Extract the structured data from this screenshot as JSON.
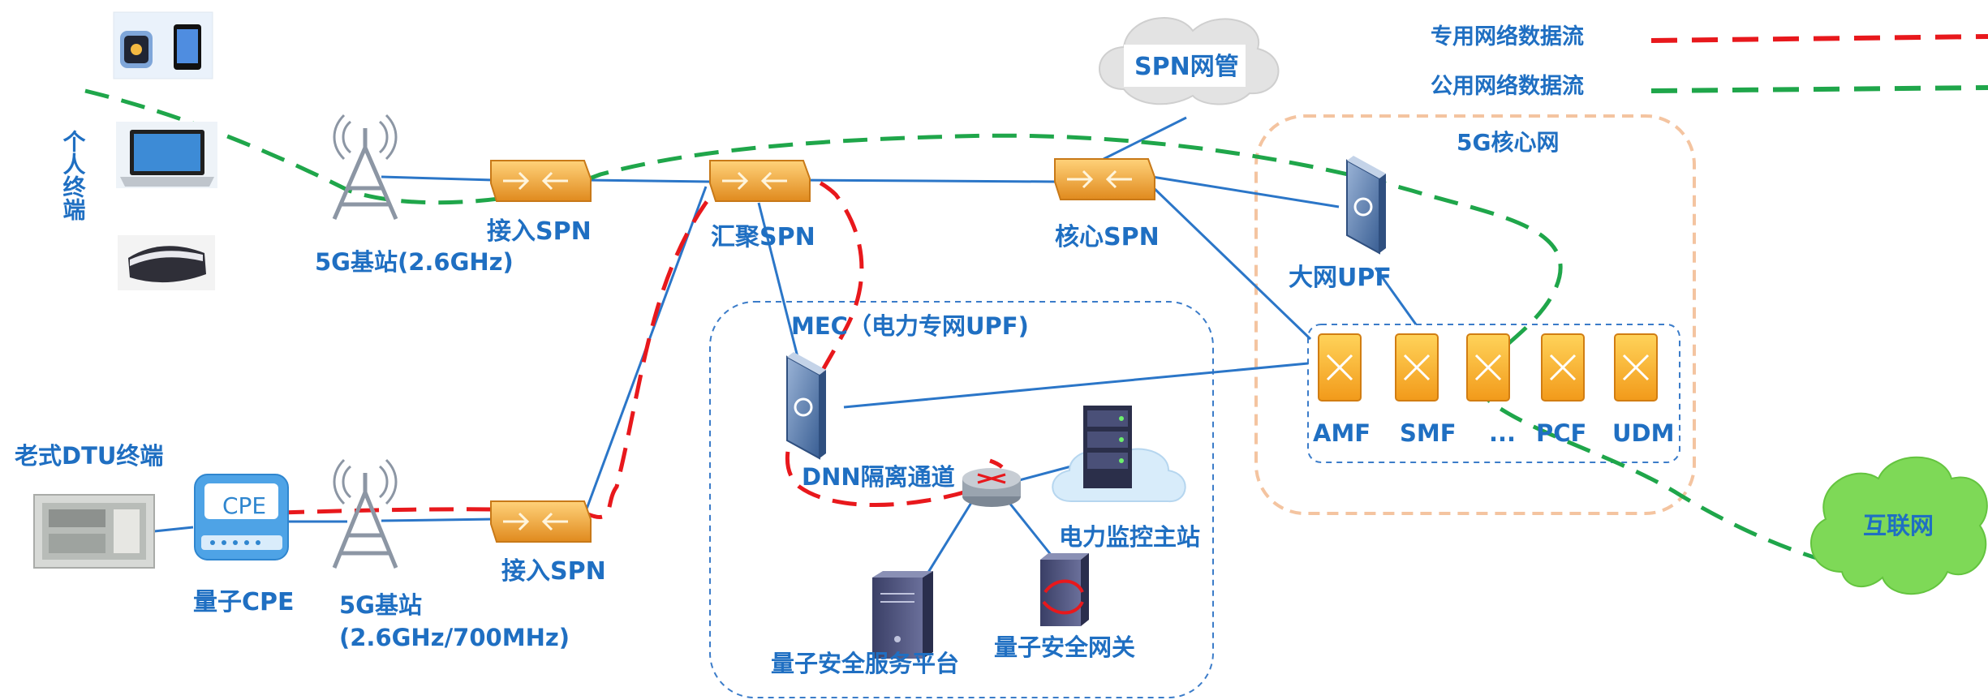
{
  "legend": {
    "private_flow": "专用网络数据流",
    "public_flow": "公用网络数据流"
  },
  "labels": {
    "personal_terminal": "个人终端",
    "base_station_top": "5G基站(2.6GHz)",
    "access_spn_top": "接入SPN",
    "aggregation_spn": "汇聚SPN",
    "core_spn": "核心SPN",
    "spn_mgmt": "SPN网管",
    "core_network": "5G核心网",
    "big_upf": "大网UPF",
    "mec": "MEC（电力专网UPF)",
    "dnn_channel": "DNN隔离通道",
    "power_station": "电力监控主站",
    "quantum_service": "量子安全服务平台",
    "quantum_gateway": "量子安全网关",
    "old_dtu": "老式DTU终端",
    "cpe_text": "CPE",
    "quantum_cpe": "量子CPE",
    "base_station_bottom_1": "5G基站",
    "base_station_bottom_2": "(2.6GHz/700MHz)",
    "access_spn_bottom": "接入SPN",
    "internet": "互联网"
  },
  "core_functions": [
    "AMF",
    "SMF",
    "...",
    "PCF",
    "UDM"
  ],
  "colors": {
    "label_blue": "#1f6fc2",
    "private_red": "#e8181c",
    "public_green": "#1fa64a",
    "link_blue": "#2b76c8",
    "core_box_border": "#f4c4a0",
    "cloud_green": "#7ed957",
    "cloud_gray": "#e3e3e3"
  }
}
